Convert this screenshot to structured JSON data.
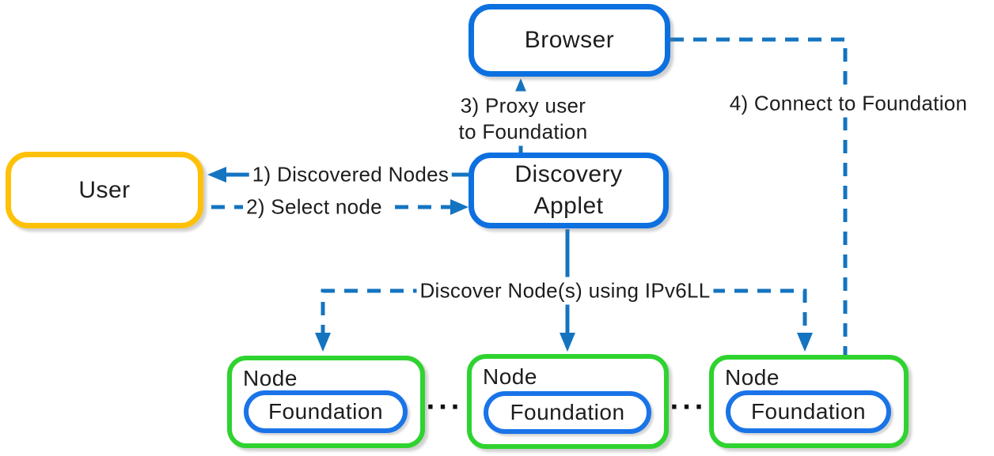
{
  "diagram": {
    "title_implicit": "Node discovery and Foundation connection flow",
    "boxes": {
      "browser": {
        "label": "Browser"
      },
      "user": {
        "label": "User"
      },
      "discovery_applet": {
        "label_line1": "Discovery",
        "label_line2": "Applet"
      }
    },
    "nodes": [
      {
        "label": "Node",
        "foundation": "Foundation"
      },
      {
        "label": "Node",
        "foundation": "Foundation"
      },
      {
        "label": "Node",
        "foundation": "Foundation"
      }
    ],
    "ellipsis_between_nodes_1": "...",
    "ellipsis_between_nodes_2": "...",
    "edges": {
      "discovered_nodes": "1) Discovered Nodes",
      "select_node": "2) Select node",
      "proxy_user_line1": "3) Proxy user",
      "proxy_user_line2": "to Foundation",
      "connect_foundation": "4) Connect to Foundation",
      "discover_ipv6": "Discover Node(s) using IPv6LL"
    },
    "colors": {
      "box_border_blue": "#0d70e0",
      "pill_border_blue": "#1a74e8",
      "user_border_gold": "#ffc107",
      "node_border_green": "#2fd32f",
      "connector_blue": "#1474c0",
      "text": "#1d1d1d",
      "background": "#ffffff"
    }
  }
}
